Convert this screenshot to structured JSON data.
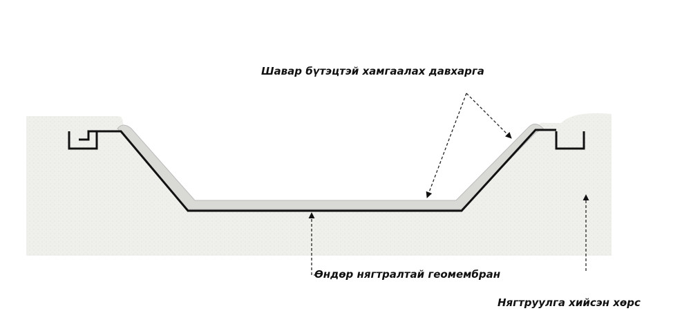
{
  "labels": {
    "clay_layer": "Шавар бүтэцтэй хамгаалах давхарга",
    "geomembrane": "Өндөр нягтралтай геомембран",
    "compacted_soil": "Нягтруулга хийсэн хөрс"
  },
  "colors": {
    "soil": "#eeeeea",
    "clay": "#d8d8d4",
    "membrane": "#111111"
  }
}
